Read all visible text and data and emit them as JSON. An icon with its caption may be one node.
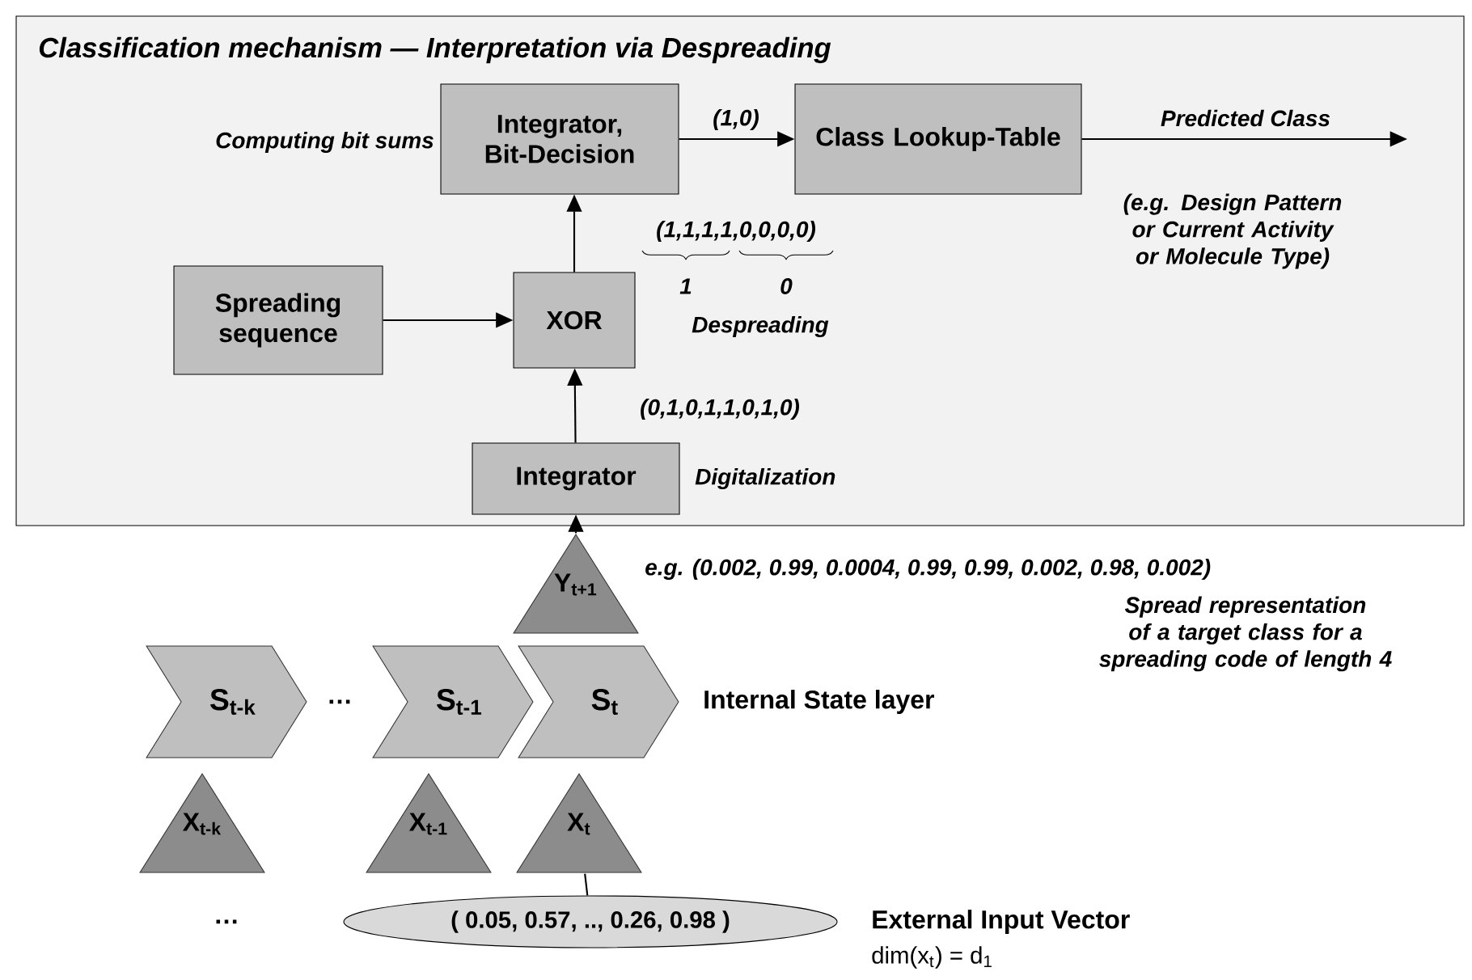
{
  "diagram": {
    "nodes": [
      {
        "text": [
          "Classification mechanism — Interpretation via Despreading"
        ]
      },
      {
        "text": [
          "Integrator, Bit-Decision"
        ],
        "in": 0,
        "beside": [
          "Computing bit sums"
        ]
      },
      {
        "text": [
          "Class Lookup-Table"
        ],
        "in": 0
      },
      {
        "text": [
          "Spreading sequence"
        ],
        "in": 0
      },
      {
        "text": [
          "XOR"
        ],
        "in": 0
      },
      {
        "text": [
          "Integrator"
        ],
        "in": 0,
        "beside": [
          "Digitalization"
        ]
      },
      {
        "text": [
          "Y$_{t+1}$"
        ]
      },
      {
        "text": [
          "S$_{t-k}$"
        ]
      },
      {
        "text": [
          "S$_{t-1}$"
        ]
      },
      {
        "text": [
          "S$_{t}$"
        ]
      },
      {
        "text": [
          "X$_{t-k}$"
        ]
      },
      {
        "text": [
          "X$_{t-1}$"
        ]
      },
      {
        "text": [
          "X$_{t}$"
        ]
      },
      {
        "text": [
          "( 0.05, 0.57, .., 0.26, 0.98 )"
        ]
      }
    ],
    "edges": [
      {
        "from": 1,
        "to": 2,
        "arrow": "to",
        "label": "(1,0)"
      },
      {
        "from": 2,
        "to": null,
        "arrow": "to",
        "label": "Predicted Class"
      },
      {
        "from": 3,
        "to": 4,
        "arrow": "to"
      },
      {
        "from": 4,
        "to": 1,
        "arrow": "to"
      },
      {
        "from": 5,
        "to": 4,
        "arrow": "to",
        "label": "(0,1,0,1,1,0,1,0)"
      },
      {
        "from": 6,
        "to": 5,
        "arrow": "to"
      },
      {
        "from": 13,
        "to": 12,
        "arrow": "none"
      }
    ],
    "labels": [
      "(e.g. Design Pattern or Current Activity or Molecule Type)",
      "(1,1,1,1,0,0,0,0)",
      "1",
      "0",
      "Despreading",
      "e.g. (0.002, 0.99, 0.0004, 0.99, 0.99, 0.002, 0.98, 0.002)",
      "Spread representation of a target class for a spreading code of length 4",
      "…",
      "Internal State layer",
      "…",
      "External Input Vector",
      "dim(x$_{t}$) = d$_{1}$"
    ]
  }
}
